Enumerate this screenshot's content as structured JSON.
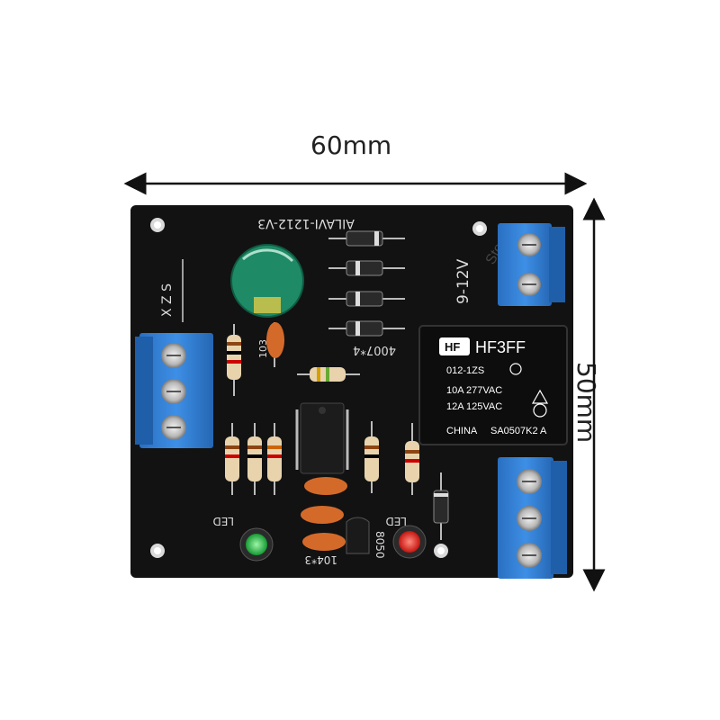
{
  "dimensions": {
    "width_label": "60mm",
    "height_label": "50mm"
  },
  "board": {
    "silk_title": "AILAVI-1212-V3",
    "power_label": "9-12V",
    "xzs_label": "X Z S",
    "cap_code": "103",
    "diode_code": "4007*4",
    "bottom_cap_code": "104*3",
    "transistor_code": "8050",
    "led_left_label": "LED",
    "led_right_label": "LED",
    "watermark": "Store",
    "relay": {
      "brand": "HF",
      "model": "HF3FF",
      "coil": "012-1ZS",
      "rating_1": "10A 277VAC",
      "rating_2": "12A 125VAC",
      "origin": "CHINA",
      "batch": "SA0507K2 A"
    },
    "colors": {
      "pcb": "#111111",
      "terminal": "#2f7fd4",
      "relay": "#0d0d0d",
      "led_green": "#1fae3c",
      "led_red": "#e0211b",
      "capacitor": "#1f8a66"
    }
  }
}
